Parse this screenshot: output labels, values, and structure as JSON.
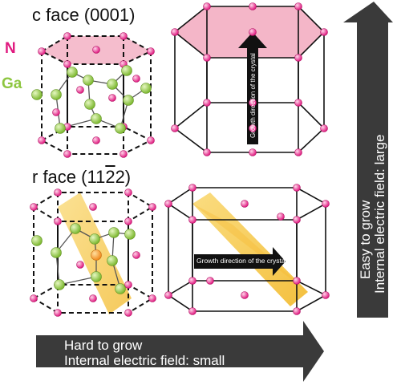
{
  "labels": {
    "c_face": "c face (0001)",
    "r_face": "r face (1",
    "r_face_mid1": "1",
    "r_face_bar": "2",
    "r_face_end": "2)",
    "n_atom": "N",
    "ga_atom": "Ga"
  },
  "arrows": {
    "horizontal_line1": "Hard to grow",
    "horizontal_line2": "Internal electric field: small",
    "vertical_line1": "Easy to grow",
    "vertical_line2": "Internal electric field: large",
    "growth_vertical": "Growth direction of the crystal",
    "growth_horizontal": "Growth direction of the crystal"
  },
  "colors": {
    "n_atom": "#e0197f",
    "ga_atom": "#8dc63f",
    "c_plane": "#f4b6c8",
    "r_plane": "#f7c948",
    "arrow_gray": "#3a3a3a"
  }
}
